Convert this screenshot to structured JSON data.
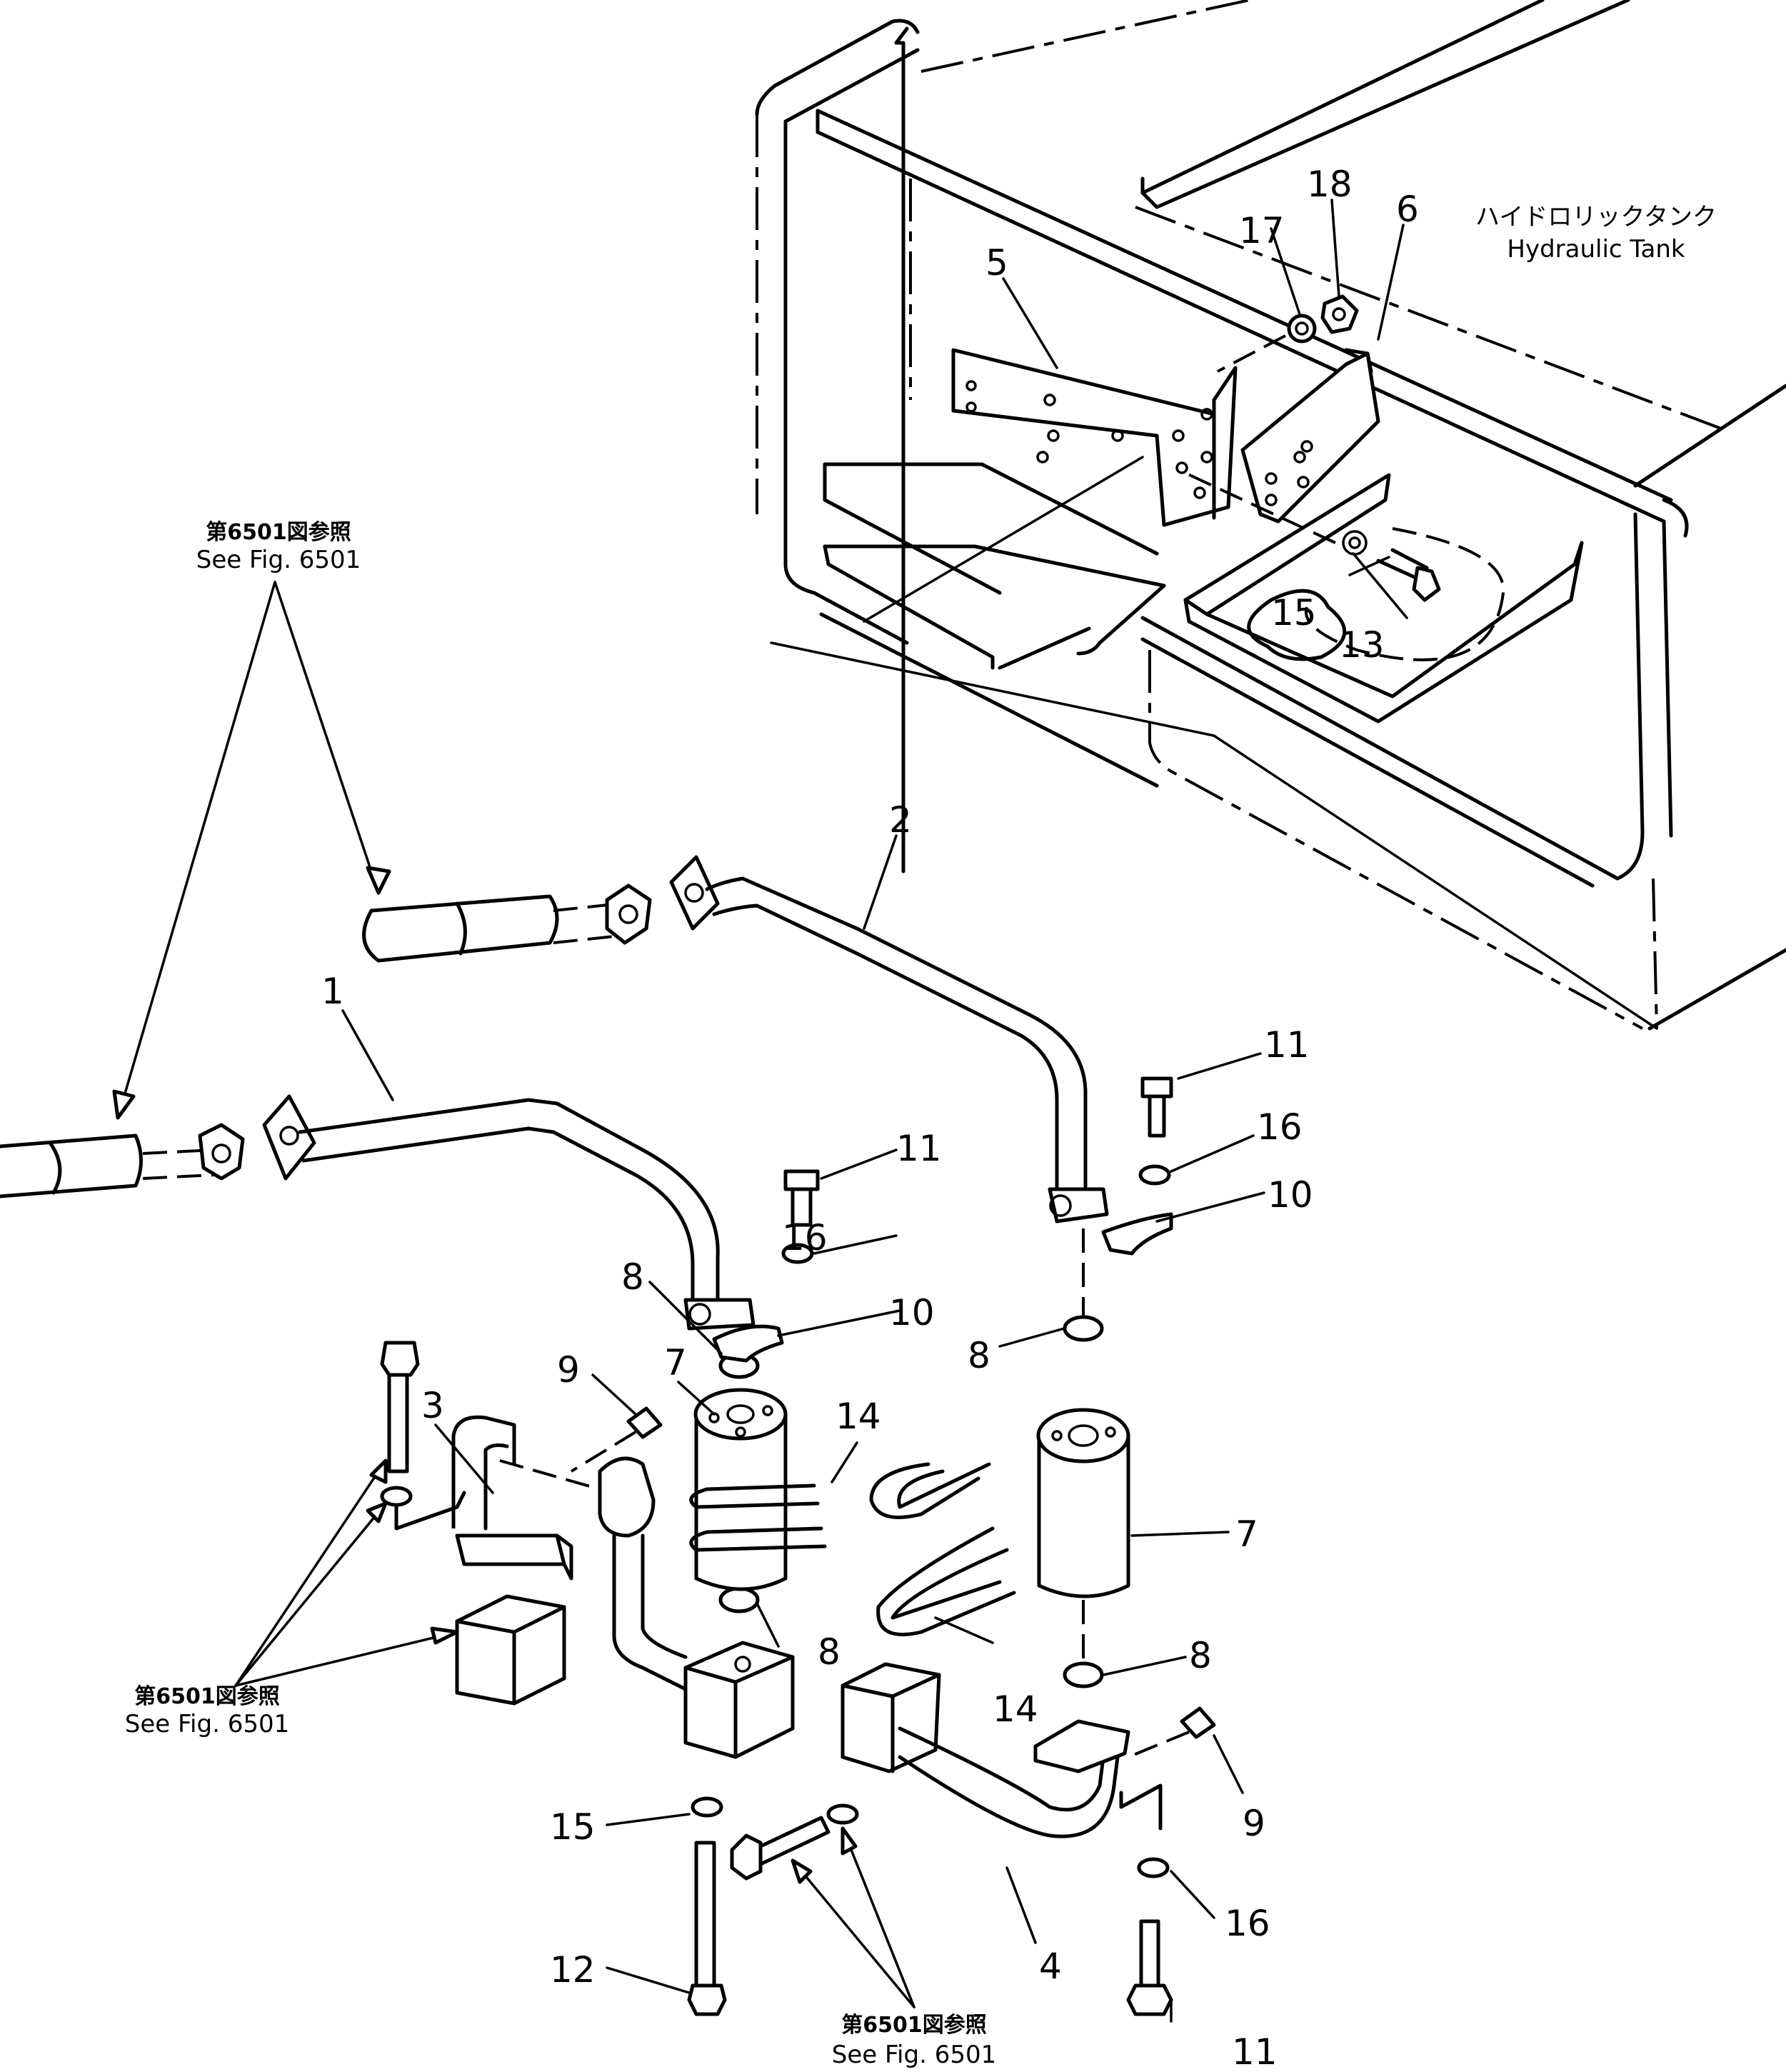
{
  "tank_label": {
    "jp": "ハイドロリックタンク",
    "en": "Hydraulic Tank"
  },
  "references": [
    {
      "jp": "第6501図参照",
      "en": "See Fig. 6501"
    },
    {
      "jp": "第6501図参照",
      "en": "See Fig. 6501"
    },
    {
      "jp": "第6501図参照",
      "en": "See Fig. 6501"
    }
  ],
  "callouts": [
    {
      "id": "c1",
      "text": "1"
    },
    {
      "id": "c2",
      "text": "2"
    },
    {
      "id": "c3",
      "text": "3"
    },
    {
      "id": "c4",
      "text": "4"
    },
    {
      "id": "c5",
      "text": "5"
    },
    {
      "id": "c6",
      "text": "6"
    },
    {
      "id": "c7a",
      "text": "7"
    },
    {
      "id": "c7b",
      "text": "7"
    },
    {
      "id": "c8a",
      "text": "8"
    },
    {
      "id": "c8b",
      "text": "8"
    },
    {
      "id": "c8c",
      "text": "8"
    },
    {
      "id": "c8d",
      "text": "8"
    },
    {
      "id": "c9a",
      "text": "9"
    },
    {
      "id": "c9b",
      "text": "9"
    },
    {
      "id": "c10a",
      "text": "10"
    },
    {
      "id": "c10b",
      "text": "10"
    },
    {
      "id": "c11a",
      "text": "11"
    },
    {
      "id": "c11b",
      "text": "11"
    },
    {
      "id": "c11c",
      "text": "11"
    },
    {
      "id": "c12",
      "text": "12"
    },
    {
      "id": "c13",
      "text": "13"
    },
    {
      "id": "c14a",
      "text": "14"
    },
    {
      "id": "c14b",
      "text": "14"
    },
    {
      "id": "c15a",
      "text": "15"
    },
    {
      "id": "c15b",
      "text": "15"
    },
    {
      "id": "c16a",
      "text": "16"
    },
    {
      "id": "c16b",
      "text": "16"
    },
    {
      "id": "c16c",
      "text": "16"
    },
    {
      "id": "c17",
      "text": "17"
    },
    {
      "id": "c18",
      "text": "18"
    }
  ]
}
